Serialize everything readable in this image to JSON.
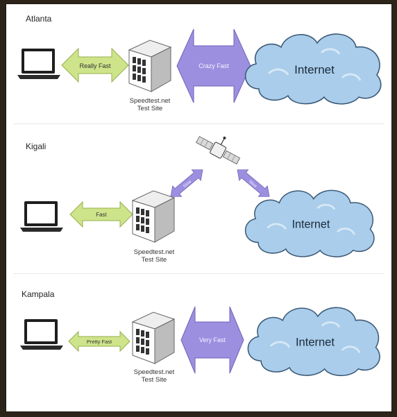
{
  "colors": {
    "green_arrow": "#cde48a",
    "purple_arrow": "#9d8fe0",
    "cloud_fill": "#a9cdea",
    "background_frame": "#2c2419"
  },
  "sections": [
    {
      "city": "Atlanta",
      "server_caption": [
        "Speedtest.net",
        "Test Site"
      ],
      "local_link": "Really Fast",
      "internet_link": "Crazy Fast",
      "cloud_label": "Internet"
    },
    {
      "city": "Kigali",
      "server_caption": [
        "Speedtest.net",
        "Test Site"
      ],
      "local_link": "Fast",
      "uplink_label": "Slow",
      "downlink_label": "Slow",
      "cloud_label": "Internet"
    },
    {
      "city": "Kampala",
      "server_caption": [
        "Speedtest.net",
        "Test Site"
      ],
      "local_link": "Pretty Fast",
      "internet_link": "Very Fast",
      "cloud_label": "Internet"
    }
  ]
}
